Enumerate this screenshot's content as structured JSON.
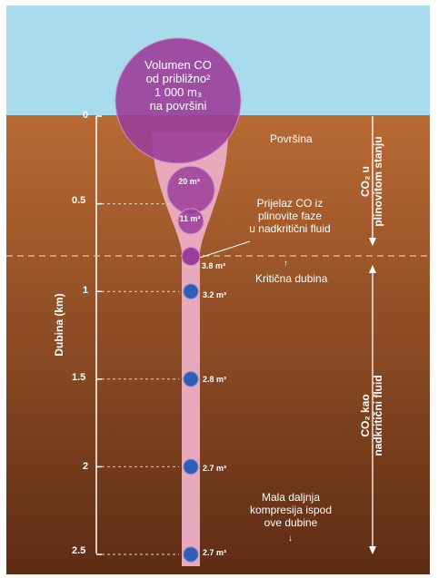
{
  "colors": {
    "sky": "#a8dbec",
    "ground_top": "#b96a34",
    "ground_bottom": "#5e2c14",
    "column": "#e8a9bd",
    "bubble_purple": "#9b3e9a",
    "bubble_blue": "#2f5fb3",
    "text": "#ffffff"
  },
  "surface_bubble": {
    "lines": [
      "Volumen CO",
      "od približno²",
      "1 000 m₃",
      "na površini"
    ]
  },
  "surface_label": "Površina",
  "transition_label": [
    "Prijelaz CO  iz",
    "plinovite faze",
    "u nadkritični fluid"
  ],
  "critical_label": "Kritična dubina",
  "compression_label": [
    "Mala daljnja",
    "kompresija ispod",
    "ove dubine"
  ],
  "down_arrow": "↓",
  "up_arrow": "↑",
  "axis_label": "Dubina (km)",
  "gas_state_label": [
    "CO₂ u",
    "plinovitom stanju"
  ],
  "supercritical_label": [
    "CO₂ kao",
    "nadkritični fluid"
  ],
  "depth_ticks": [
    {
      "depth": 0,
      "label": "0"
    },
    {
      "depth": 0.5,
      "label": "0.5"
    },
    {
      "depth": 1,
      "label": "1"
    },
    {
      "depth": 1.5,
      "label": "1.5"
    },
    {
      "depth": 2,
      "label": "2"
    },
    {
      "depth": 2.5,
      "label": "2.5"
    }
  ],
  "bubbles": [
    {
      "depth": 0.4,
      "volume": "20 m³",
      "color": "purple"
    },
    {
      "depth": 0.6,
      "volume": "11 m³",
      "color": "purple"
    },
    {
      "depth": 0.8,
      "volume": "3.8 m³",
      "color": "purple"
    },
    {
      "depth": 1.0,
      "volume": "3.2 m³",
      "color": "blue"
    },
    {
      "depth": 1.5,
      "volume": "2.8 m³",
      "color": "blue"
    },
    {
      "depth": 2.0,
      "volume": "2.7 m³",
      "color": "blue"
    },
    {
      "depth": 2.5,
      "volume": "2.7 m³",
      "color": "blue"
    }
  ]
}
